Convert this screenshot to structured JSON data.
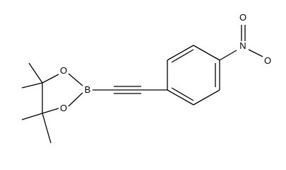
{
  "molecule": {
    "atoms": {
      "boron": "B",
      "oxygen_ring_top": "O",
      "oxygen_ring_bottom": "O",
      "nitrogen": "N",
      "oxygen_nitro_top": "O",
      "oxygen_nitro_right": "O"
    }
  }
}
